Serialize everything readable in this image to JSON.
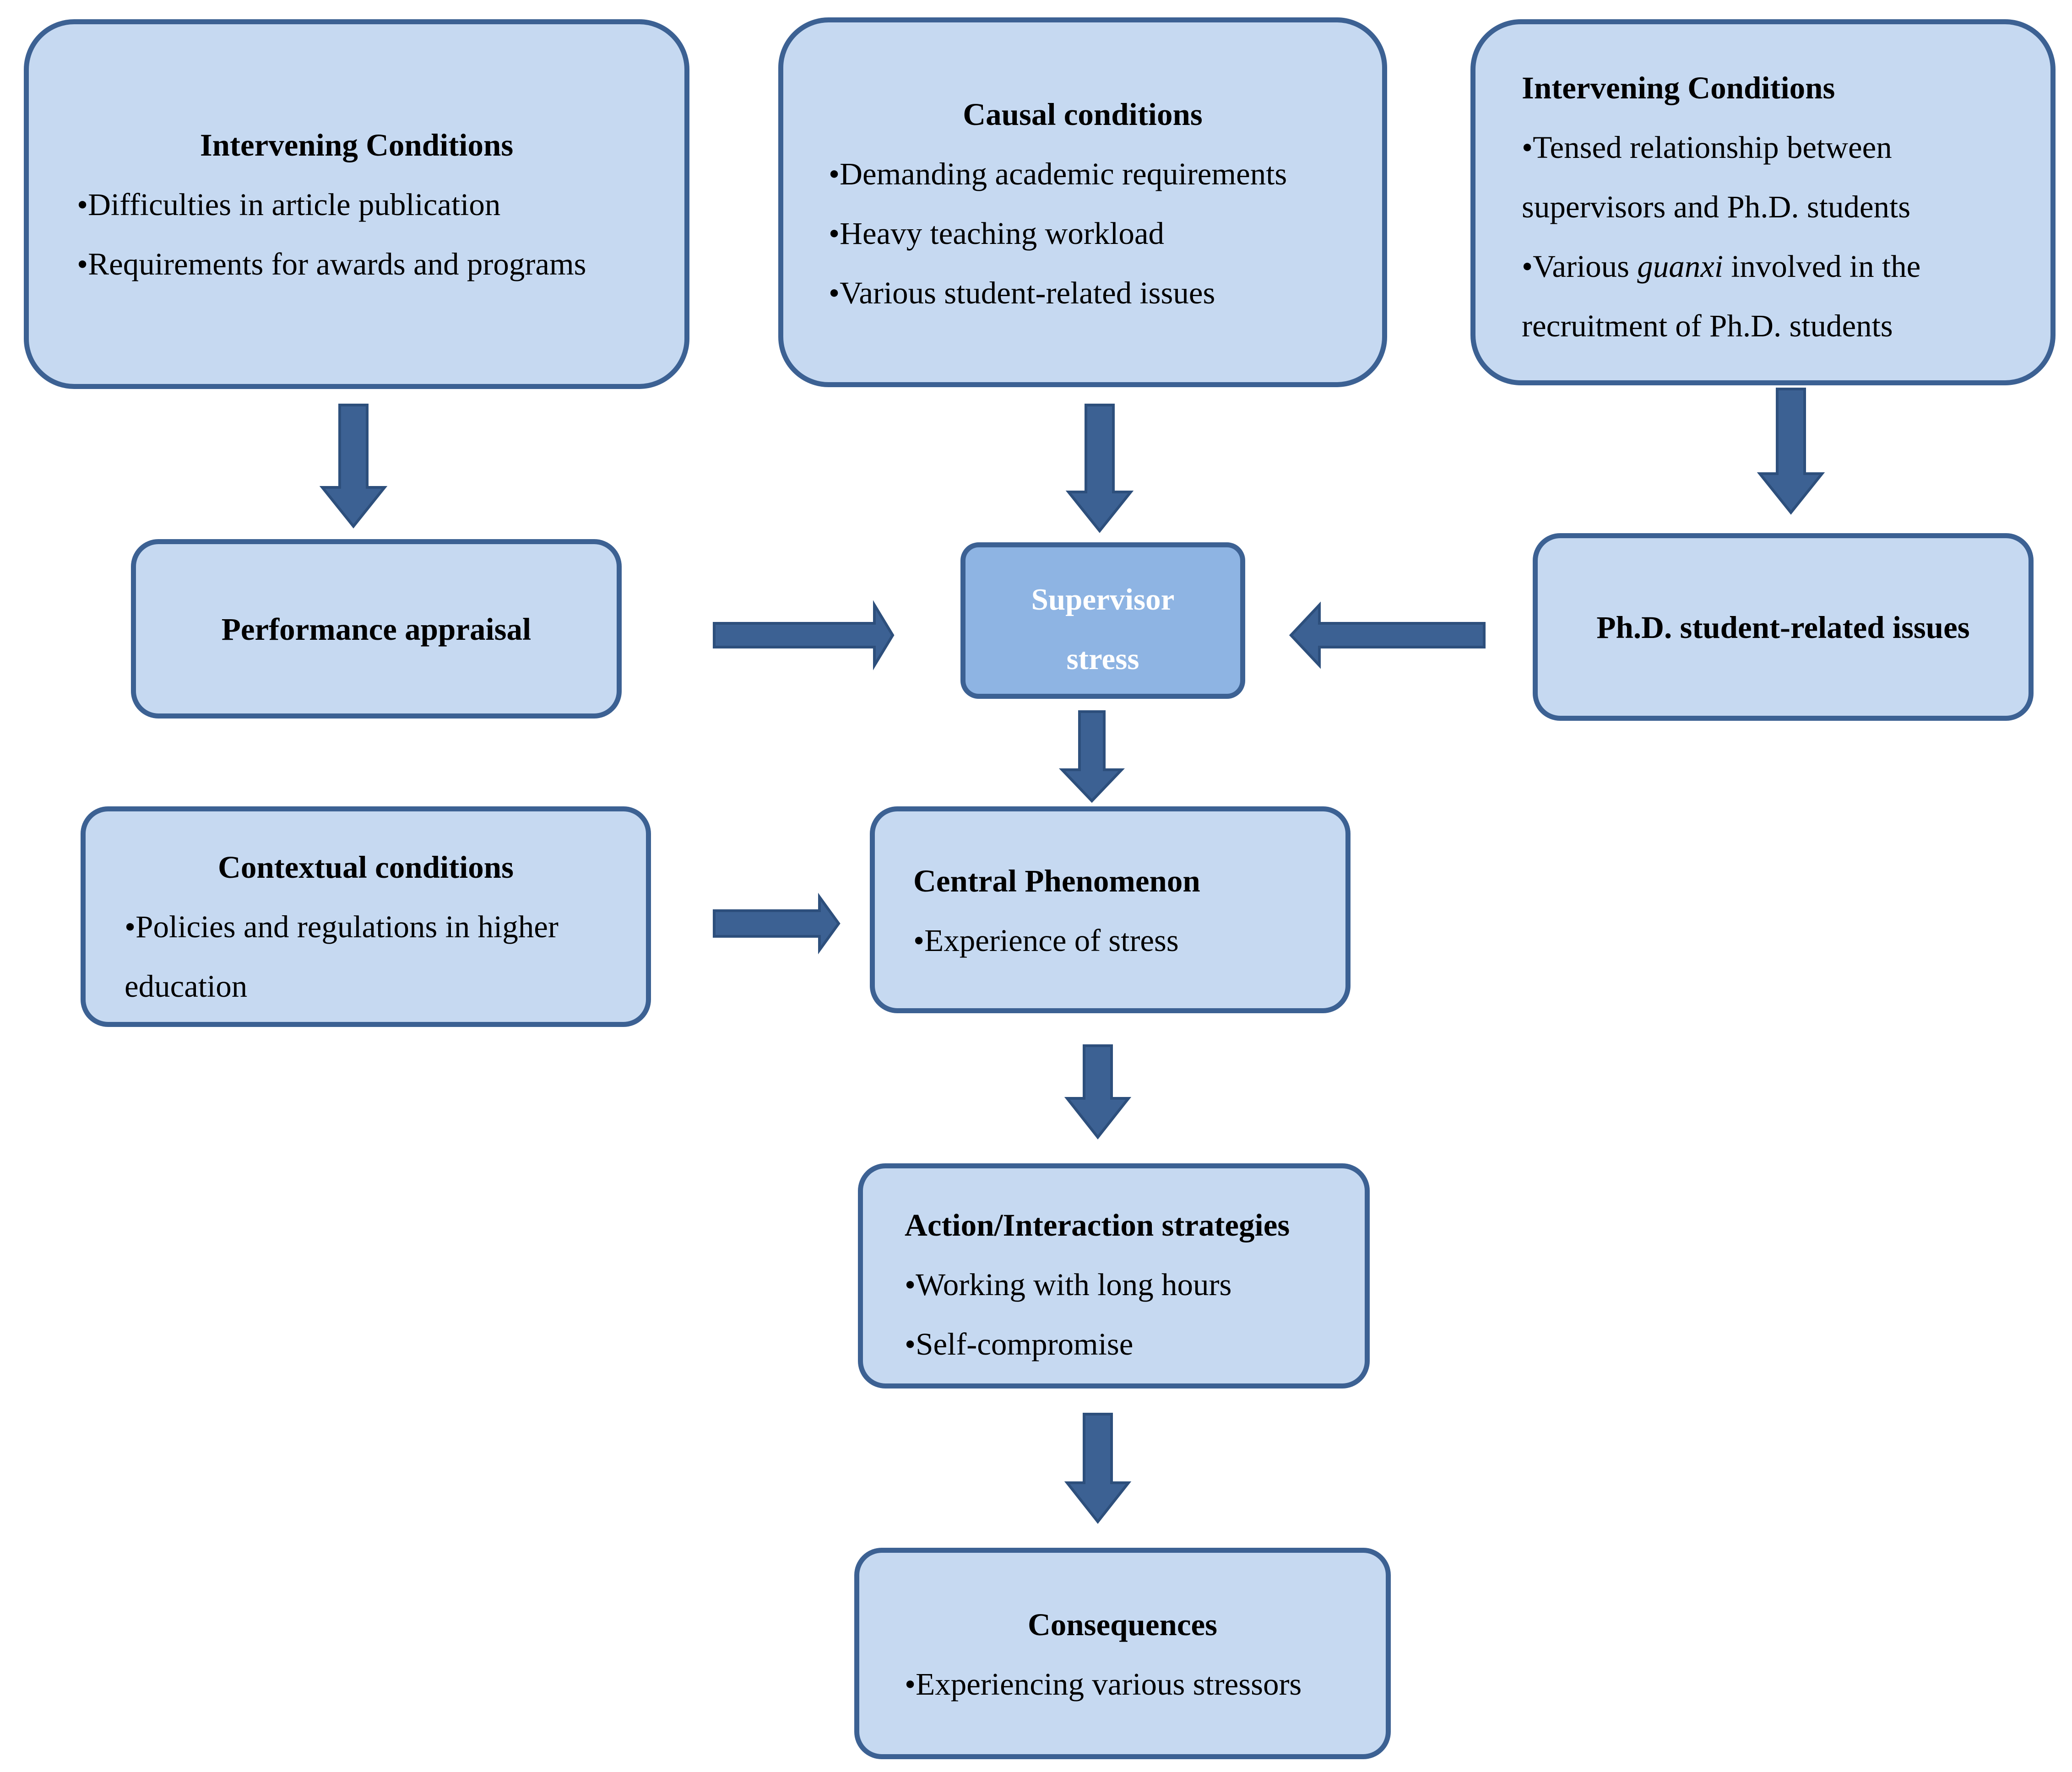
{
  "boxes": {
    "intervening_left": {
      "title": "Intervening Conditions",
      "items": [
        "•Difficulties in article publication",
        "•Requirements for awards and programs"
      ]
    },
    "causal": {
      "title": "Causal conditions",
      "items": [
        "•Demanding academic requirements",
        "•Heavy teaching workload",
        "•Various student-related issues"
      ]
    },
    "intervening_right": {
      "title": "Intervening Conditions",
      "line1": "•Tensed relationship between",
      "line2": "supervisors and Ph.D. students",
      "line3_pre": "•Various ",
      "line3_em": "guanxi",
      "line3_post": " involved in the",
      "line4": "recruitment of Ph.D. students"
    },
    "performance": {
      "title": "Performance appraisal"
    },
    "supervisor": {
      "line1": "Supervisor",
      "line2": "stress"
    },
    "phd_issues": {
      "title": "Ph.D. student-related issues"
    },
    "contextual": {
      "title": "Contextual conditions",
      "line1": "•Policies and regulations in higher",
      "line2": "education"
    },
    "central": {
      "title": "Central Phenomenon",
      "items": [
        "•Experience of stress"
      ]
    },
    "action": {
      "title": "Action/Interaction strategies",
      "items": [
        "•Working with long hours",
        "•Self-compromise"
      ]
    },
    "consequences": {
      "title": "Consequences",
      "items": [
        "•Experiencing various stressors"
      ]
    }
  },
  "colors": {
    "box_fill": "#c6d9f1",
    "core_fill": "#8eb4e3",
    "border": "#3c6193",
    "arrow": "#3c6193"
  }
}
